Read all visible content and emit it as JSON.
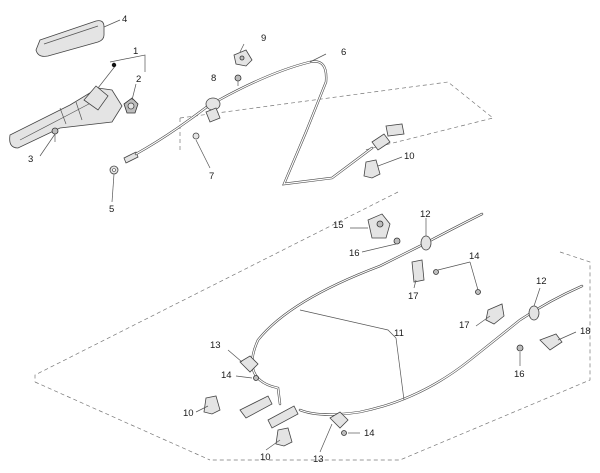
{
  "callouts": {
    "c1": "1",
    "c2": "2",
    "c3": "3",
    "c4": "4",
    "c5": "5",
    "c6": "6",
    "c7": "7",
    "c8": "8",
    "c9": "9",
    "c10a": "10",
    "c10b": "10",
    "c10c": "10",
    "c11": "11",
    "c12a": "12",
    "c12b": "12",
    "c13a": "13",
    "c13b": "13",
    "c14a": "14",
    "c14b": "14",
    "c14c": "14",
    "c15": "15",
    "c16a": "16",
    "c16b": "16",
    "c17a": "17",
    "c17b": "17",
    "c18": "18"
  },
  "colors": {
    "line": "#444444",
    "fill": "#e4e4e4",
    "text": "#1a1a1a"
  }
}
